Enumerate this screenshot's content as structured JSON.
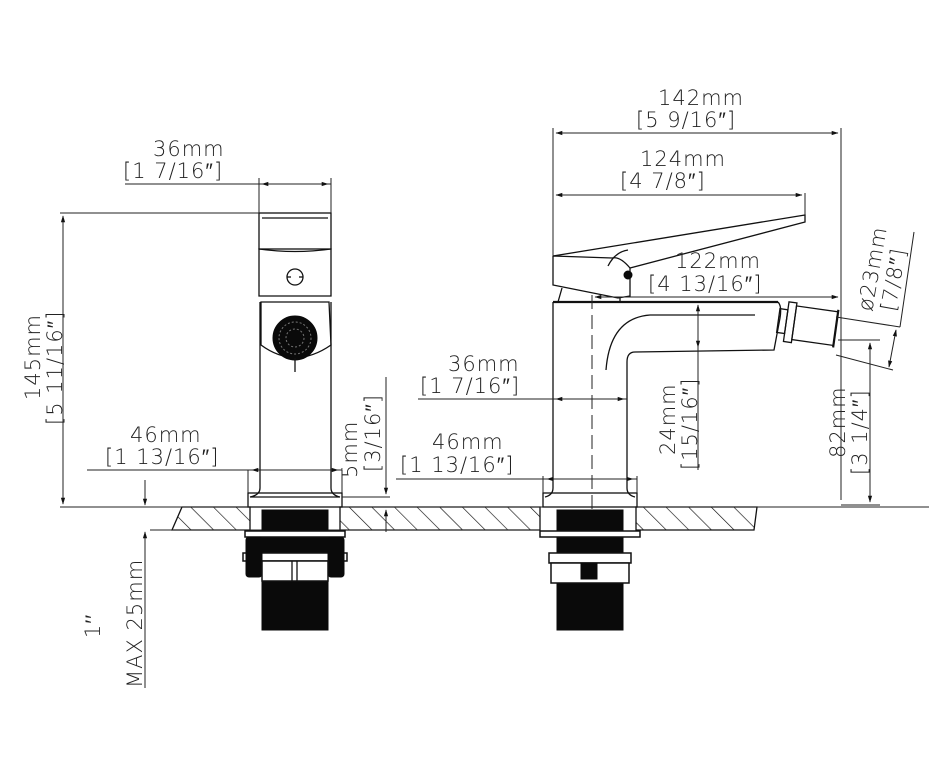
{
  "drawing": {
    "title": "Bidet faucet dimension drawing",
    "views": [
      "front",
      "side"
    ],
    "line_color": "#111111",
    "background": "#ffffff"
  },
  "front_view": {
    "top_width": {
      "mm": "36mm",
      "inch": "[1 7/16″]"
    },
    "total_height": {
      "mm": "145mm",
      "inch": "[5 11/16″]"
    },
    "base_width": {
      "mm": "46mm",
      "inch": "[1 13/16″]"
    },
    "base_height": {
      "mm": "5mm",
      "inch": "[3/16″]"
    },
    "deck_thickness": {
      "imperial": "1′′",
      "mm": "MAX 25mm"
    }
  },
  "side_view": {
    "overall_length": {
      "mm": "142mm",
      "inch": "[5 9/16″]"
    },
    "handle_length": {
      "mm": "124mm",
      "inch": "[4 7/8″]"
    },
    "spout_reach": {
      "mm": "122mm",
      "inch": "[4 13/16″]"
    },
    "aerator_diameter": {
      "mm": "ø23mm",
      "inch": "[7/8″]"
    },
    "body_width": {
      "mm": "36mm",
      "inch": "[1 7/16″]"
    },
    "base_width": {
      "mm": "46mm",
      "inch": "[1 13/16″]"
    },
    "spout_height": {
      "mm": "24mm",
      "inch": "[15/16″]"
    },
    "outlet_height": {
      "mm": "82mm",
      "inch": "[3 1/4″]"
    }
  }
}
